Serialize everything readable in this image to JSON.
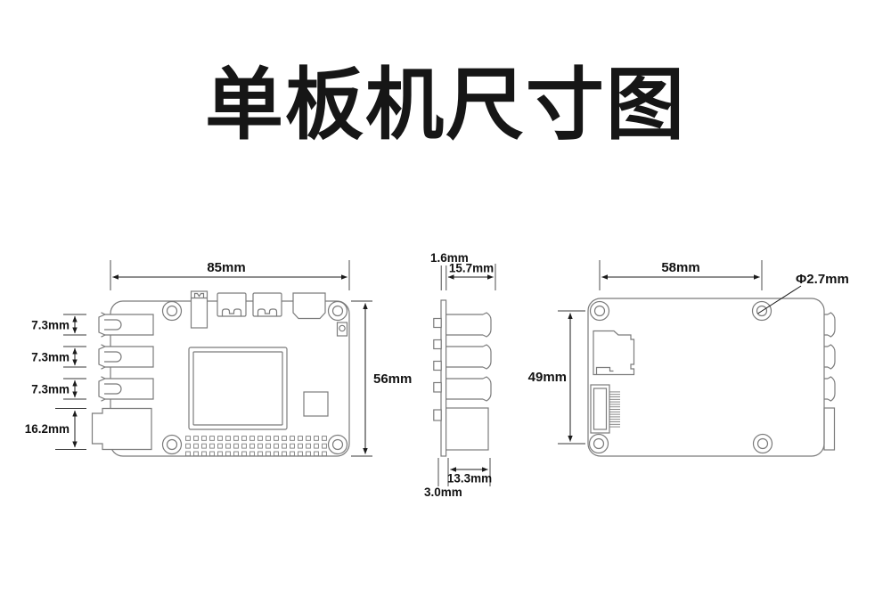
{
  "title": "单板机尺寸图",
  "views": {
    "top_view": {
      "width_label": "85mm",
      "height_label": "56mm",
      "usb_labels": [
        "7.3mm",
        "7.3mm",
        "7.3mm"
      ],
      "ethernet_label": "16.2mm"
    },
    "side_view": {
      "thickness_label": "1.6mm",
      "connector_depth_label": "15.7mm",
      "ethernet_depth_label": "13.3mm",
      "overhang_label": "3.0mm"
    },
    "bottom_view": {
      "hole_span_horizontal_label": "58mm",
      "hole_span_vertical_label": "49mm",
      "hole_diameter_label": "Φ2.7mm"
    }
  },
  "colors": {
    "outline": "#7b7b7b",
    "dimension": "#1c1c1c",
    "background": "#ffffff"
  }
}
